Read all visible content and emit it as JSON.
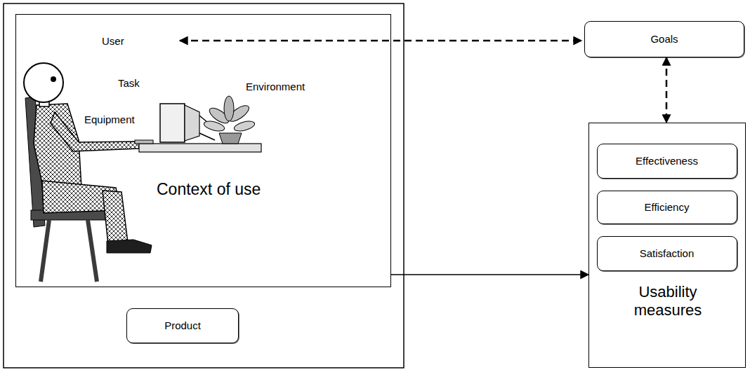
{
  "diagram": {
    "nodes": [
      {
        "text": [
          "Context of use"
        ]
      },
      {
        "text": [
          "Product"
        ]
      },
      {
        "text": [
          "Goals"
        ]
      },
      {
        "text": [
          "Usability measures"
        ]
      },
      {
        "text": [
          "Effectiveness"
        ],
        "in": 3
      },
      {
        "text": [
          "Efficiency"
        ],
        "in": 3
      },
      {
        "text": [
          "Satisfaction"
        ],
        "in": 3
      }
    ],
    "edges": [
      {
        "from": 2,
        "to": 3,
        "arrow": "both"
      },
      {
        "from": 0,
        "to": 3,
        "arrow": "to"
      }
    ],
    "labels": [
      "User",
      "Task",
      "Equipment",
      "Environment"
    ]
  }
}
